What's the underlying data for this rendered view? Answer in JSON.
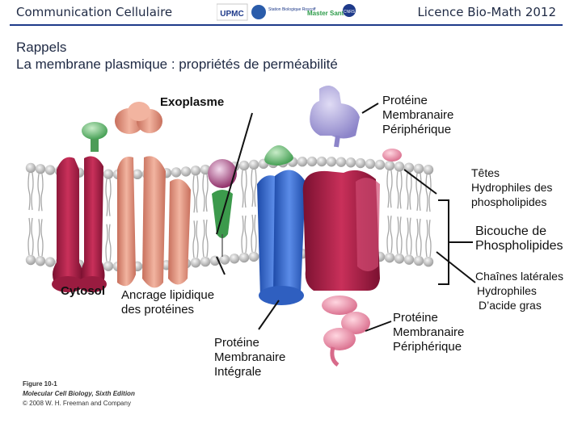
{
  "header": {
    "left": "Communication Cellulaire",
    "right": "Licence Bio-Math 2012",
    "logos": [
      {
        "icon": "upmc-logo",
        "text": "UPMC"
      },
      {
        "icon": "station-biologique-logo",
        "text": "Station Biologique Roscoff"
      },
      {
        "icon": "master-sante-logo",
        "text": "Master Santé"
      },
      {
        "icon": "cnrs-logo",
        "text": "CNRS"
      }
    ]
  },
  "title": {
    "line1": "Rappels",
    "line2": "La membrane plasmique : propriétés de perméabilité"
  },
  "labels": {
    "exoplasme": "Exoplasme",
    "cytosol": "Cytosol",
    "peripheral_top": [
      "Protéine",
      "Membranaire",
      "Périphérique"
    ],
    "heads": [
      "Têtes",
      "Hydrophiles des",
      "phospholipides"
    ],
    "bilayer": [
      "Bicouche de",
      "Phospholipides"
    ],
    "chains": [
      "Chaînes latérales",
      "Hydrophiles",
      "D’acide gras"
    ],
    "lipid_anchor": [
      "Ancrage lipidique",
      "des protéines"
    ],
    "integral": [
      "Protéine",
      "Membranaire",
      "Intégrale"
    ],
    "peripheral_bottom": [
      "Protéine",
      "Membranaire",
      "Périphérique"
    ]
  },
  "credit": {
    "figure": "Figure 10-1",
    "book": "Molecular Cell Biology, Sixth Edition",
    "copyright": "© 2008 W. H. Freeman and Company"
  },
  "colors": {
    "header_line": "#1e3a8a",
    "lipid_head": "#d9d9d9",
    "lipid_tail": "#b5b5b5",
    "integral_red": "#b0234a",
    "channel_pink": "#e8a08a",
    "blue_protein": "#3b6fd0",
    "peripheral_lilac": "#b6b0e0",
    "pink_peripheral": "#ee9fb5"
  }
}
